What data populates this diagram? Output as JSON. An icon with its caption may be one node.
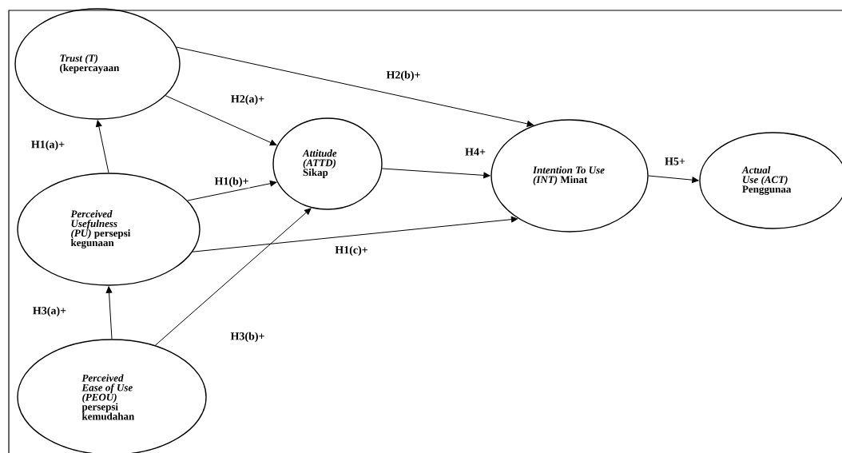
{
  "diagram": {
    "nodes": [
      {
        "text": [
          "Trust (T)",
          "(kepercayaan"
        ]
      },
      {
        "text": [
          "Perceived Usefulness (PU)",
          "persepsi kegunaan"
        ]
      },
      {
        "text": [
          "Perceived Ease of Use (PEOU)",
          "persepsi kemudahan"
        ]
      },
      {
        "text": [
          "Attitude (ATTD)",
          "Sikap"
        ]
      },
      {
        "text": [
          "Intention To Use (INT)",
          "Minat"
        ]
      },
      {
        "text": [
          "Actual Use (ACT)",
          "Penggunaa"
        ]
      }
    ],
    "edges": [
      {
        "from": 1,
        "to": 0,
        "arrow": "to",
        "label": "H1(a)+"
      },
      {
        "from": 0,
        "to": 3,
        "arrow": "to",
        "label": "H2(a)+"
      },
      {
        "from": 0,
        "to": 4,
        "arrow": "to",
        "label": "H2(b)+"
      },
      {
        "from": 1,
        "to": 3,
        "arrow": "to",
        "label": "H1(b)+"
      },
      {
        "from": 1,
        "to": 4,
        "arrow": "to",
        "label": "H1(c)+"
      },
      {
        "from": 2,
        "to": 1,
        "arrow": "to",
        "label": "H3(a)+"
      },
      {
        "from": 2,
        "to": 3,
        "arrow": "to",
        "label": "H3(b)+"
      },
      {
        "from": 3,
        "to": 4,
        "arrow": "to",
        "label": "H4+"
      },
      {
        "from": 4,
        "to": 5,
        "arrow": "to",
        "label": "H5+"
      }
    ]
  }
}
